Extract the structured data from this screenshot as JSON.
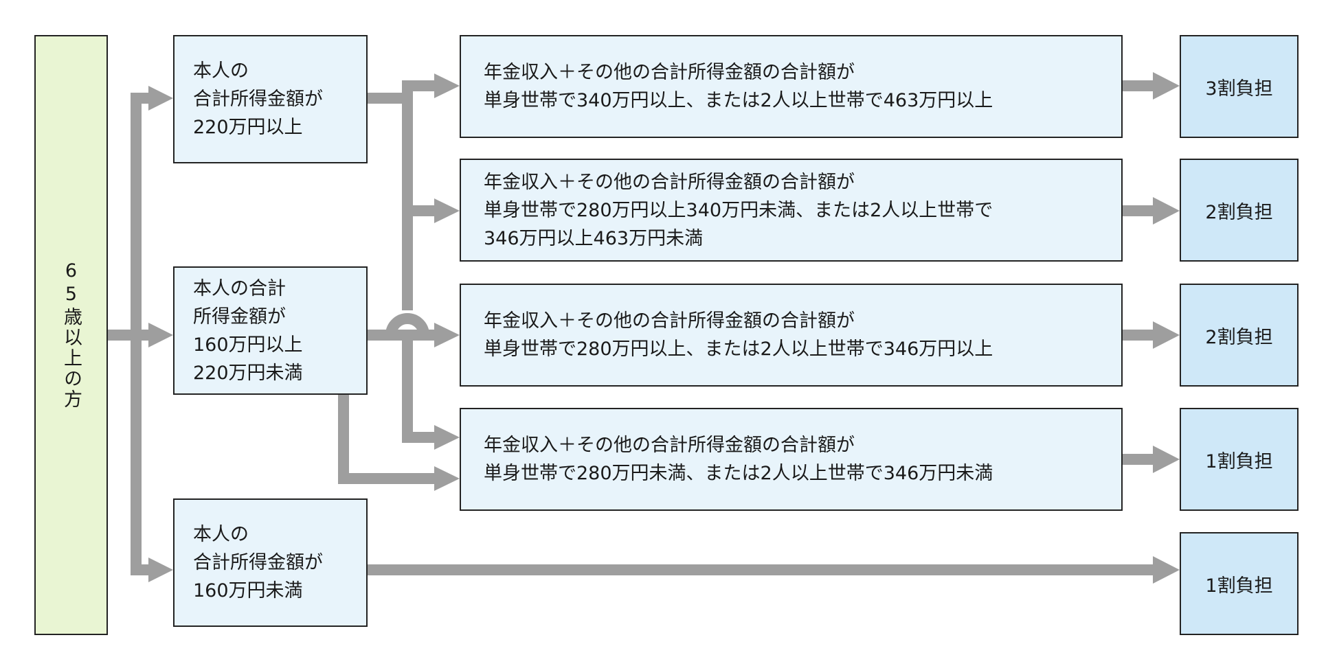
{
  "start": {
    "label": "65歳以上の方"
  },
  "conditions": [
    {
      "label": "本人の\n合計所得金額が\n220万円以上"
    },
    {
      "label": "本人の合計\n所得金額が\n160万円以上\n220万円未満"
    },
    {
      "label": "本人の\n合計所得金額が\n160万円未満"
    }
  ],
  "details": [
    {
      "label": "年金収入＋その他の合計所得金額の合計額が\n単身世帯で340万円以上、または2人以上世帯で463万円以上"
    },
    {
      "label": "年金収入＋その他の合計所得金額の合計額が\n単身世帯で280万円以上340万円未満、または2人以上世帯で\n346万円以上463万円未満"
    },
    {
      "label": "年金収入＋その他の合計所得金額の合計額が\n単身世帯で280万円以上、または2人以上世帯で346万円以上"
    },
    {
      "label": "年金収入＋その他の合計所得金額の合計額が\n単身世帯で280万円未満、または2人以上世帯で346万円未満"
    }
  ],
  "results": [
    {
      "label": "3割負担"
    },
    {
      "label": "2割負担"
    },
    {
      "label": "2割負担"
    },
    {
      "label": "1割負担"
    },
    {
      "label": "1割負担"
    }
  ],
  "colors": {
    "start_fill": "#e9f5d3",
    "box_fill": "#e8f4fb",
    "result_fill": "#cfe8f8",
    "arrow": "#9e9e9e",
    "border": "#222222"
  }
}
